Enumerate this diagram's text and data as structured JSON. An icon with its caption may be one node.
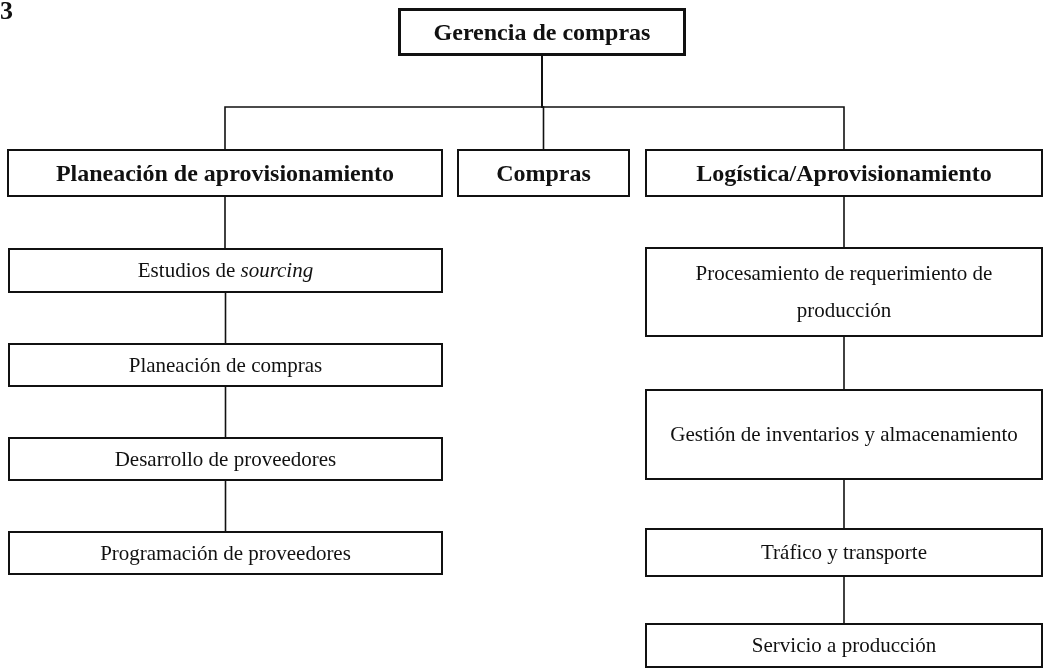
{
  "diagram": {
    "nodes": [
      {
        "text": [
          "Gerencia de compras"
        ]
      },
      {
        "text": [
          "Planeación de aprovisionamiento"
        ]
      },
      {
        "text": [
          "Compras"
        ]
      },
      {
        "text": [
          "Logística/Aprovisionamiento"
        ]
      },
      {
        "text": [
          "Estudios de *sourcing*"
        ]
      },
      {
        "text": [
          "Planeación de compras"
        ]
      },
      {
        "text": [
          "Desarrollo de proveedores"
        ]
      },
      {
        "text": [
          "Programación de proveedores"
        ]
      },
      {
        "text": [
          "Procesamiento de requerimiento de producción"
        ]
      },
      {
        "text": [
          "Gestión de inventarios y almacenamiento"
        ]
      },
      {
        "text": [
          "Tráfico y transporte"
        ]
      },
      {
        "text": [
          "Servicio a producción"
        ]
      }
    ],
    "edges": [
      {
        "from": 0,
        "to": 1,
        "arrow": "none"
      },
      {
        "from": 0,
        "to": 2,
        "arrow": "none"
      },
      {
        "from": 0,
        "to": 3,
        "arrow": "none"
      },
      {
        "from": 1,
        "to": 4,
        "arrow": "none"
      },
      {
        "from": 4,
        "to": 5,
        "arrow": "none"
      },
      {
        "from": 5,
        "to": 6,
        "arrow": "none"
      },
      {
        "from": 6,
        "to": 7,
        "arrow": "none"
      },
      {
        "from": 3,
        "to": 8,
        "arrow": "none"
      },
      {
        "from": 8,
        "to": 9,
        "arrow": "none"
      },
      {
        "from": 9,
        "to": 10,
        "arrow": "none"
      },
      {
        "from": 10,
        "to": 11,
        "arrow": "none"
      }
    ],
    "labels": [
      "3"
    ]
  }
}
